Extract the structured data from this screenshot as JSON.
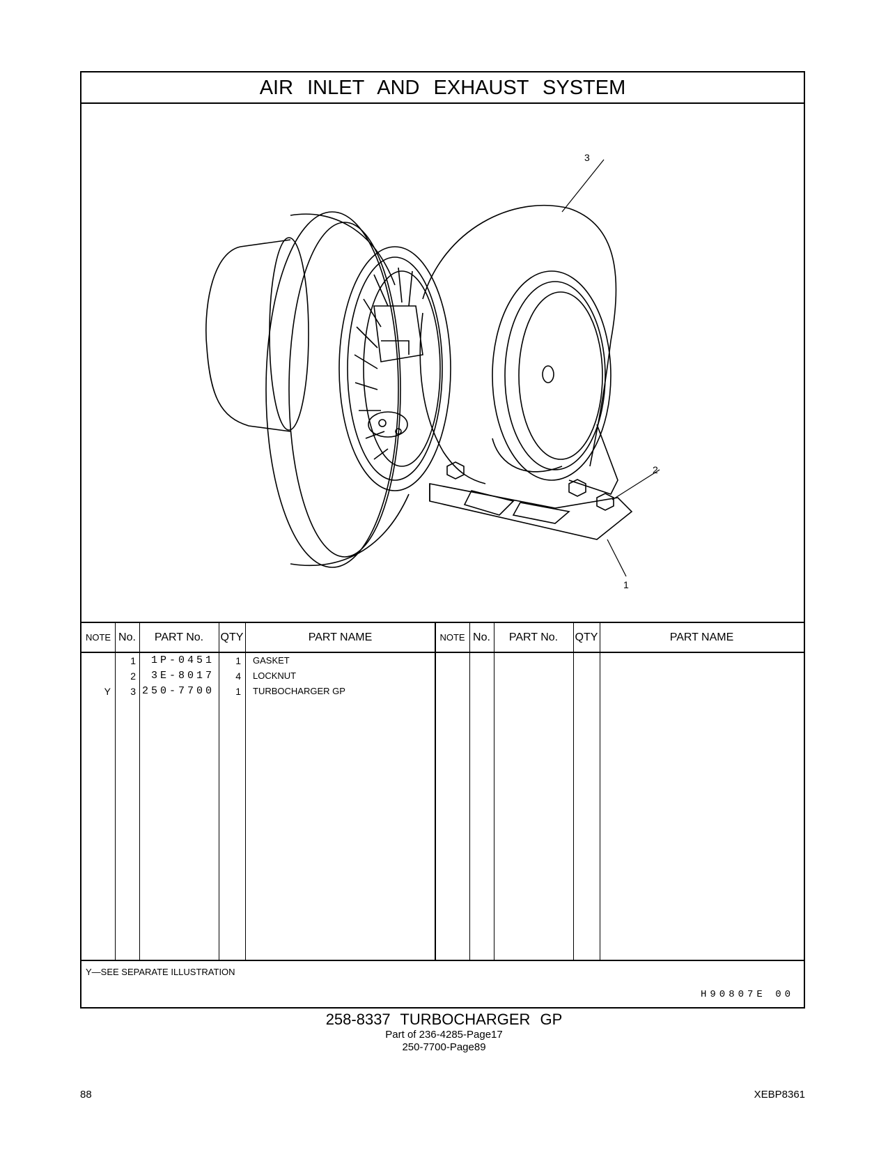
{
  "section_title": "AIR   INLET   AND   EXHAUST   SYSTEM",
  "callouts": [
    "3",
    "2",
    "1"
  ],
  "table": {
    "headers": [
      "NOTE",
      "No.",
      "PART No.",
      "QTY",
      "PART NAME"
    ],
    "rows": [
      {
        "note": "",
        "no": "1",
        "part_no": "1P-0451",
        "qty": "1",
        "name": "GASKET"
      },
      {
        "note": "",
        "no": "2",
        "part_no": "3E-8017",
        "qty": "4",
        "name": "LOCKNUT"
      },
      {
        "note": "Y",
        "no": "3",
        "part_no": "250-7700",
        "qty": "1",
        "name": "TURBOCHARGER  GP"
      }
    ]
  },
  "legend": "Y—SEE  SEPARATE  ILLUSTRATION",
  "drawing_number": "H90807E   00",
  "caption": {
    "title": "258-8337   TURBOCHARGER  GP",
    "part_of": "Part of 236-4285-Page17",
    "ref": "250-7700-Page89"
  },
  "page_number": "88",
  "doc_id": "XEBP8361"
}
